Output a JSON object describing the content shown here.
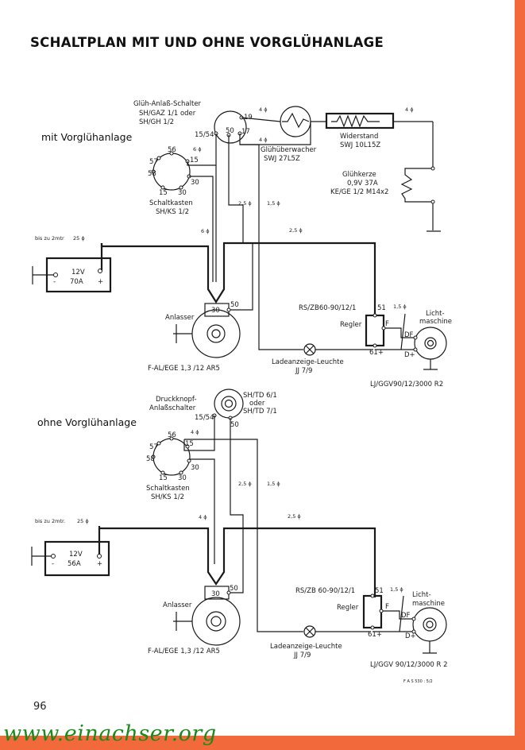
{
  "page": {
    "title": "SCHALTPLAN MIT UND OHNE VORGLÜHANLAGE",
    "page_number": "96",
    "watermark": "www.einachser.org",
    "footer_code": "F A S  530 : 5/2",
    "colors": {
      "border_accent": "#f26a3c",
      "watermark": "#1b8a1b",
      "ink": "#1a1a1a"
    }
  },
  "top": {
    "section_label": "mit Vorglühanlage",
    "switch": {
      "name": "Glüh-Anlaß-Schalter",
      "type1": "SH/GAZ 1/1 oder",
      "type2": "SH/GH  1/2",
      "terminals": [
        "19",
        "15/54",
        "50",
        "17"
      ]
    },
    "monitor": {
      "name": "Glühüberwacher",
      "type": "SWJ 27L5Z"
    },
    "resistor": {
      "name": "Widerstand",
      "type": "SWJ 10L15Z"
    },
    "glowplug": {
      "name": "Glühkerze",
      "spec": "0,9V 37A",
      "type": "KE/GE 1/2 M14x2"
    },
    "box": {
      "name": "Schaltkasten",
      "type": "SH/KS 1/2",
      "terminals": [
        "56",
        "57",
        "58",
        "15",
        "30",
        "15",
        "30"
      ]
    },
    "battery": {
      "voltage": "12V",
      "capacity": "70A",
      "minus": "-",
      "plus": "+",
      "cable_note": "bis zu 2mtr",
      "cable": "25 ϕ"
    },
    "starter": {
      "name": "Anlasser",
      "type": "F-AL/EGE 1,3 /12 AR5",
      "terminals": [
        "30",
        "50"
      ]
    },
    "regulator": {
      "name": "Regler",
      "type": "RS/ZB60-90/12/1",
      "terminals": [
        "51",
        "F",
        "61+"
      ]
    },
    "lamp": {
      "name": "Ladeanzeige-Leuchte",
      "type": "JJ 7/9"
    },
    "generator": {
      "name1": "Licht-",
      "name2": "maschine",
      "type": "LJ/GGV90/12/3000 R2",
      "terminals": [
        "DF",
        "D+"
      ]
    },
    "wires": {
      "w19": "4 ϕ",
      "w17": "4 ϕ",
      "wres": "4 ϕ",
      "w15": "6 ϕ",
      "w30": "6 ϕ",
      "w25a": "2,5 ϕ",
      "w15b": "1,5 ϕ",
      "w25b": "2,5 ϕ",
      "wgen": "1,5 ϕ"
    }
  },
  "bottom": {
    "section_label": "ohne Vorglühanlage",
    "switch": {
      "name1": "Druckknopf-",
      "name2": "Anlaßschalter",
      "type1": "SH/TD 6/1",
      "type2": "oder",
      "type3": "SH/TD 7/1",
      "terminals": [
        "15/54",
        "50"
      ]
    },
    "box": {
      "name": "Schaltkasten",
      "type": "SH/KS 1/2",
      "terminals": [
        "56",
        "57",
        "58",
        "15",
        "30",
        "15",
        "30"
      ]
    },
    "battery": {
      "voltage": "12V",
      "capacity": "56A",
      "minus": "-",
      "plus": "+",
      "cable_note": "bis zu 2mtr.",
      "cable": "25 ϕ"
    },
    "starter": {
      "name": "Anlasser",
      "type": "F-AL/EGE 1,3 /12 AR5",
      "terminals": [
        "30",
        "50"
      ]
    },
    "regulator": {
      "name": "Regler",
      "type": "RS/ZB 60-90/12/1",
      "terminals": [
        "51",
        "F",
        "61+"
      ]
    },
    "lamp": {
      "name": "Ladeanzeige-Leuchte",
      "type": "JJ 7/9"
    },
    "generator": {
      "name1": "Licht-",
      "name2": "maschine",
      "type": "LJ/GGV 90/12/3000 R 2",
      "terminals": [
        "DF",
        "D+"
      ]
    },
    "wires": {
      "w15": "4 ϕ",
      "w30": "4 ϕ",
      "w25a": "2,5 ϕ",
      "w15b": "1,5 ϕ",
      "w25b": "2,5 ϕ",
      "wgen": "1,5 ϕ"
    }
  }
}
